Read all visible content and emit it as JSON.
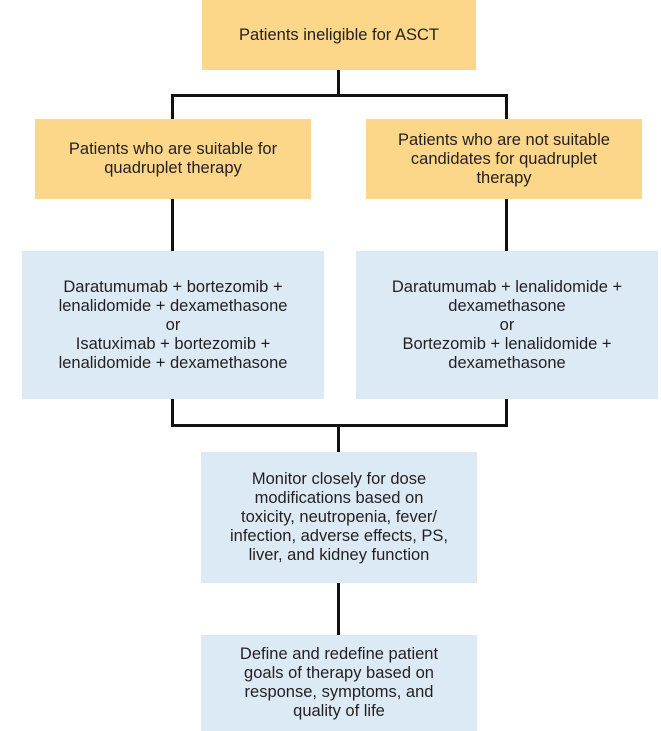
{
  "colors": {
    "criteria_box": "#fcd689",
    "treatment_box": "#dbeaf5",
    "connector": "#111111",
    "text": "#231f20"
  },
  "diagram": {
    "root": {
      "lines": [
        "Patients ineligible for ASCT"
      ]
    },
    "left_branch": {
      "criteria_lines": [
        "Patients who are suitable for",
        "quadruplet therapy"
      ],
      "regimen_lines": [
        "Daratumumab + bortezomib +",
        "lenalidomide + dexamethasone",
        "or",
        "Isatuximab + bortezomib +",
        "lenalidomide + dexamethasone"
      ]
    },
    "right_branch": {
      "criteria_lines": [
        "Patients who are not suitable",
        "candidates for quadruplet",
        "therapy"
      ],
      "regimen_lines": [
        "Daratumumab + lenalidomide +",
        "dexamethasone",
        "or",
        "Bortezomib + lenalidomide +",
        "dexamethasone"
      ]
    },
    "monitor": {
      "lines": [
        "Monitor closely for dose",
        "modifications based on",
        "toxicity, neutropenia, fever/",
        "infection, adverse effects, PS,",
        "liver, and kidney function"
      ]
    },
    "goals": {
      "lines": [
        "Define and redefine patient",
        "goals of therapy based on",
        "response, symptoms, and",
        "quality of life"
      ]
    }
  }
}
